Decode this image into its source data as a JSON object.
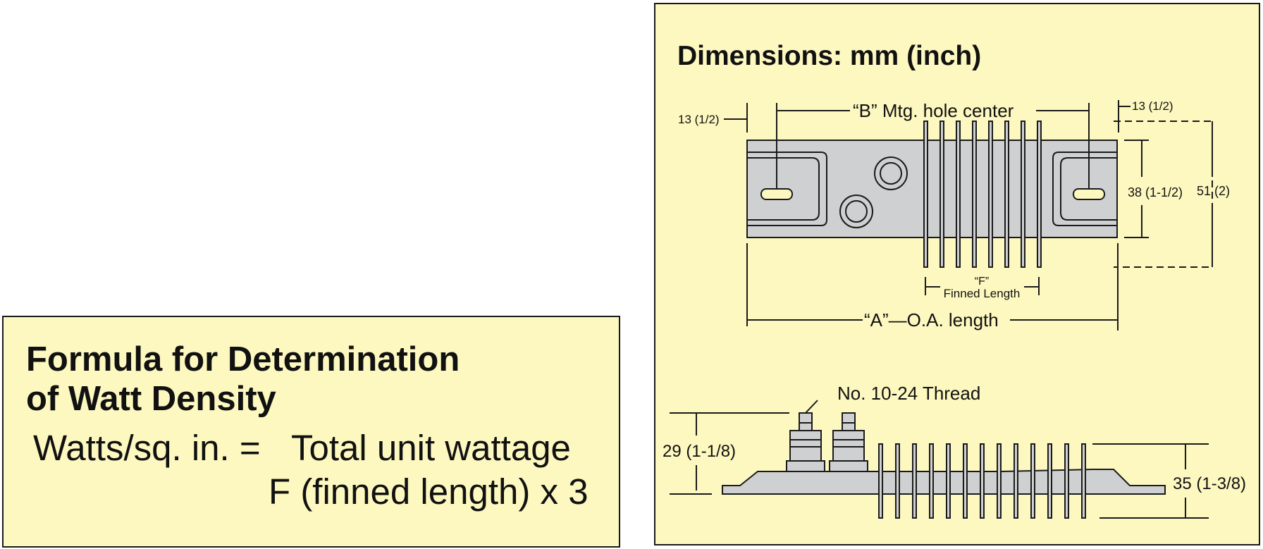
{
  "formula": {
    "title_line1": "Formula for Determination",
    "title_line2": "of Watt Density",
    "lhs": "Watts/sq. in. =",
    "numerator": "Total unit wattage",
    "denominator": "F (finned length) x 3"
  },
  "dimensions": {
    "title": "Dimensions: mm (inch)",
    "b_label": "“B” Mtg. hole center",
    "left_end": "13 (1/2)",
    "right_end": "13 (1/2)",
    "height_38": "38 (1-1/2)",
    "height_51": "51 (2)",
    "f_label_1": "“F”",
    "f_label_2": "Finned Length",
    "a_label": "“A”—O.A. length",
    "thread": "No. 10-24 Thread",
    "height_29": "29 (1-1/8)",
    "height_35": "35 (1-3/8)"
  },
  "colors": {
    "panel_bg": "#fdf8c0",
    "metal": "#cfd0d2",
    "slot": "#fdf8c0",
    "line": "#1a1a1a"
  }
}
